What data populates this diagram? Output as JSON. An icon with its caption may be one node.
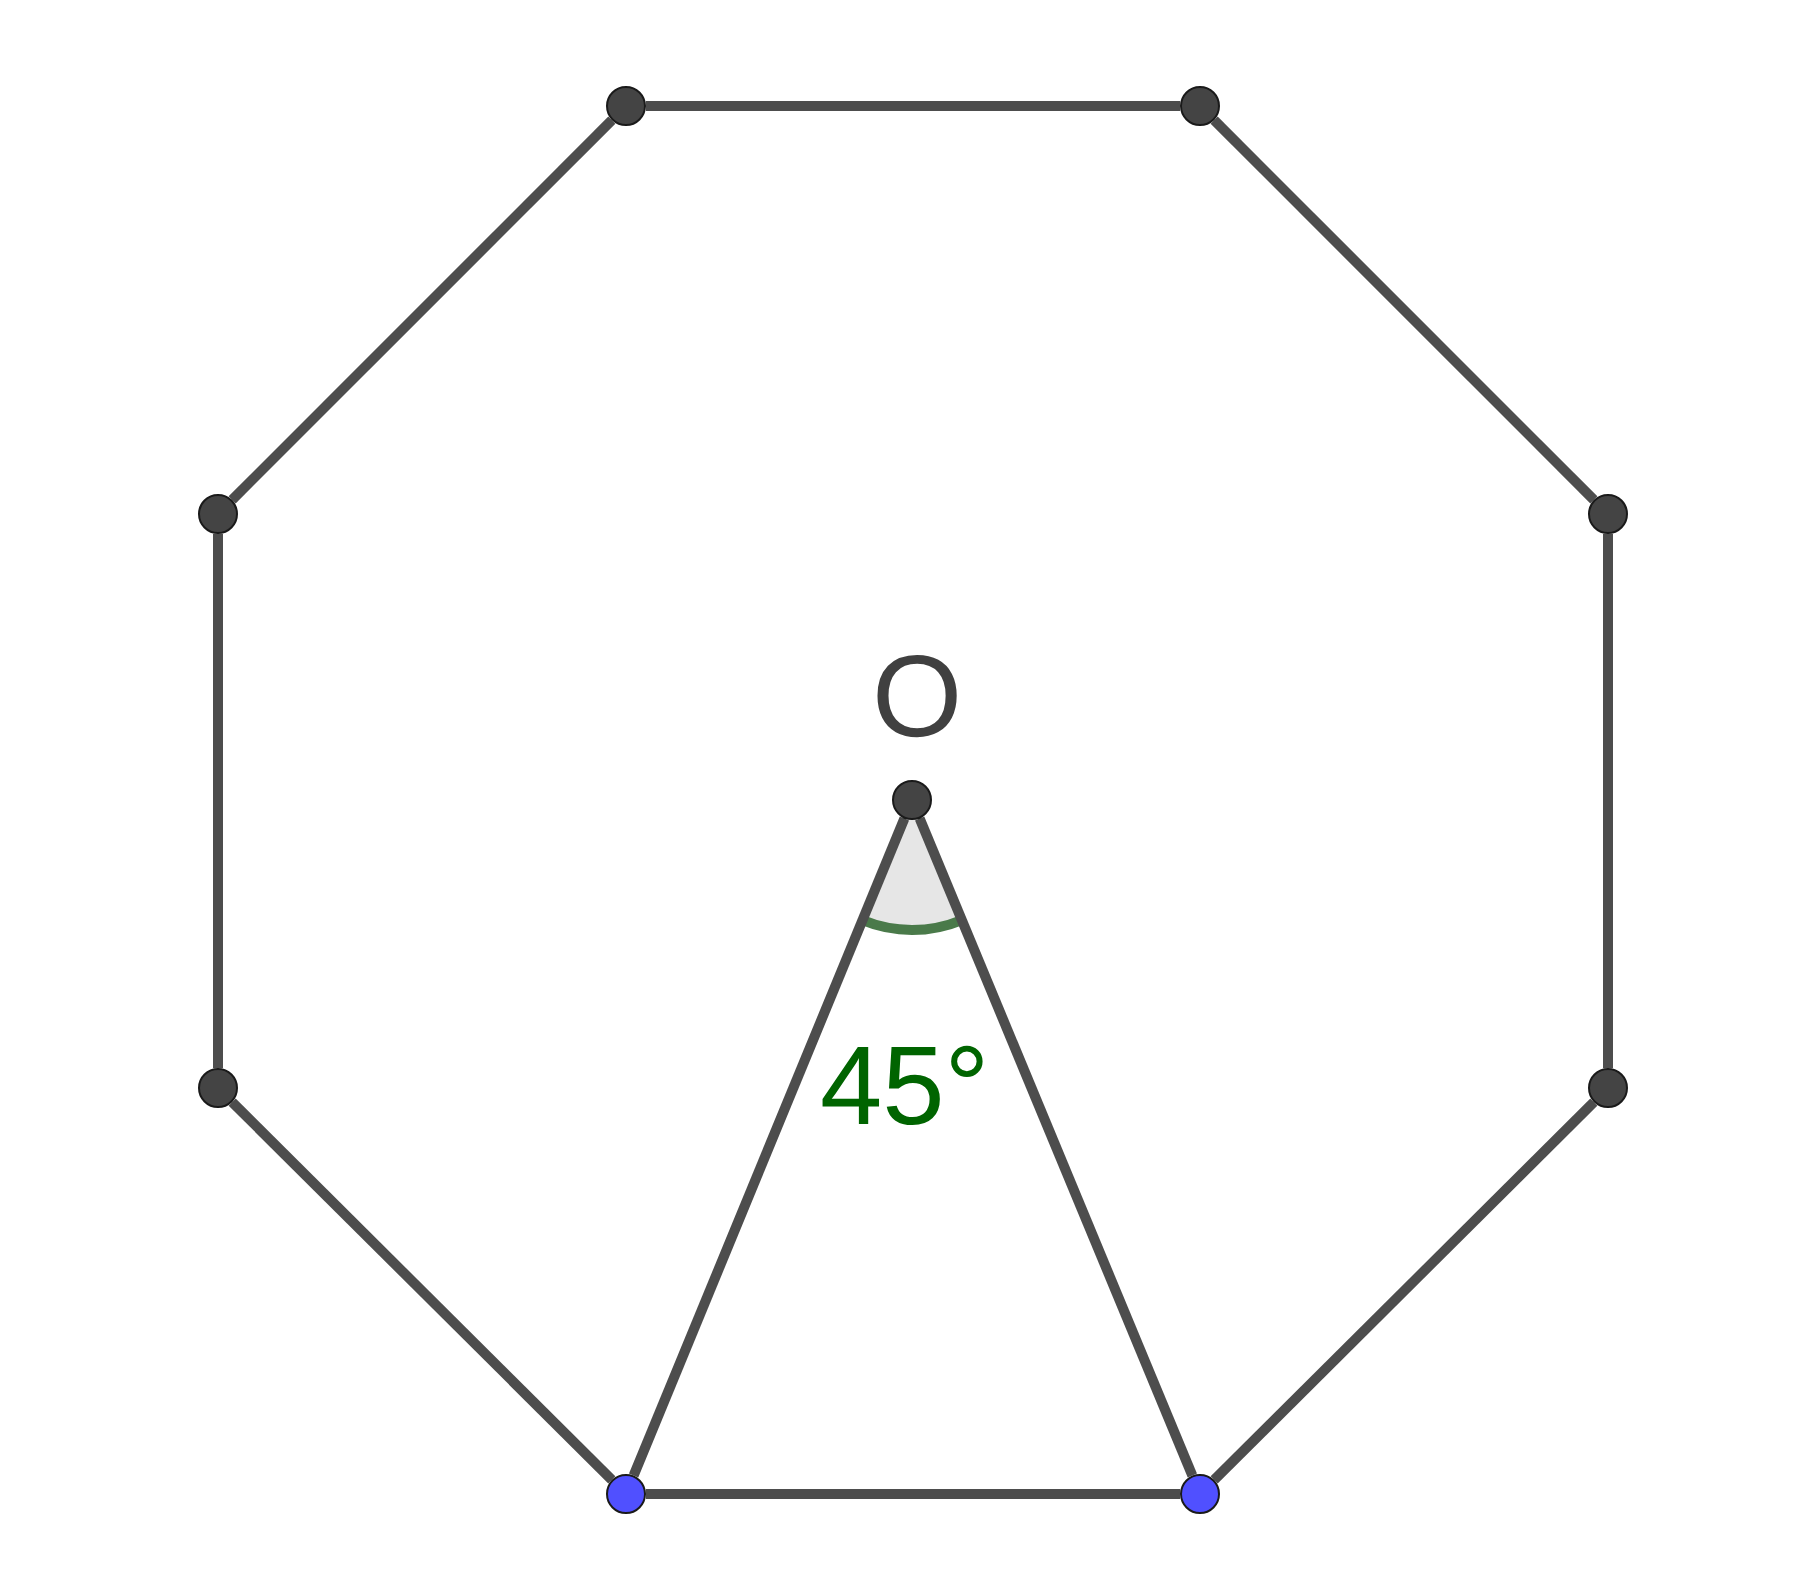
{
  "diagram": {
    "nodes": [
      {
        "text": [],
        "shape": "circle"
      },
      {
        "text": [],
        "shape": "circle"
      },
      {
        "text": [],
        "shape": "circle"
      },
      {
        "text": [],
        "shape": "circle"
      },
      {
        "text": [],
        "shape": "circle",
        "beside": [
          "O"
        ]
      },
      {
        "text": [],
        "shape": "circle"
      },
      {
        "text": [],
        "shape": "circle"
      },
      {
        "text": [],
        "shape": "circle"
      },
      {
        "text": [],
        "shape": "circle"
      }
    ],
    "edges": [
      {
        "from": 0,
        "to": 1,
        "arrow": "none"
      },
      {
        "from": 1,
        "to": 3,
        "arrow": "none"
      },
      {
        "from": 3,
        "to": 6,
        "arrow": "none"
      },
      {
        "from": 6,
        "to": 8,
        "arrow": "none"
      },
      {
        "from": 8,
        "to": 7,
        "arrow": "none"
      },
      {
        "from": 7,
        "to": 5,
        "arrow": "none"
      },
      {
        "from": 5,
        "to": 2,
        "arrow": "none"
      },
      {
        "from": 2,
        "to": 0,
        "arrow": "none"
      },
      {
        "from": 4,
        "to": 7,
        "arrow": "none"
      },
      {
        "from": 4,
        "to": 8,
        "arrow": "none"
      }
    ],
    "labels": [
      "45°"
    ]
  }
}
